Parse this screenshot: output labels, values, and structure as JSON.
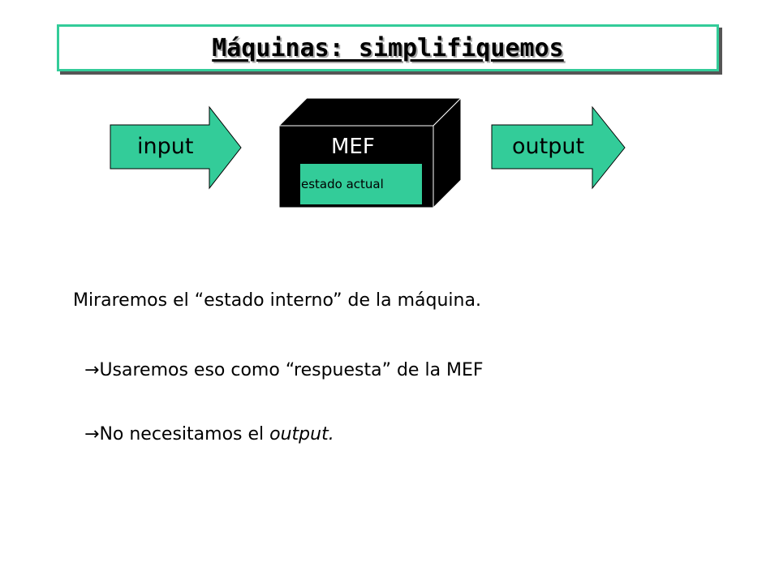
{
  "slide": {
    "title": "Máquinas: simplifiquemos"
  },
  "diagram": {
    "input_label": "input",
    "output_label": "output",
    "machine_label": "MEF",
    "state_label": "estado actual",
    "colors": {
      "arrow_fill": "#33cc99",
      "box_fill": "#000000",
      "state_fill": "#33cc99"
    }
  },
  "content": {
    "intro": "Miraremos el “estado interno” de la máquina.",
    "bullet_symbol": "→",
    "bullet_1": "Usaremos eso como “respuesta” de la MEF",
    "bullet_2_prefix": "No necesitamos el ",
    "bullet_2_italic": "output."
  }
}
